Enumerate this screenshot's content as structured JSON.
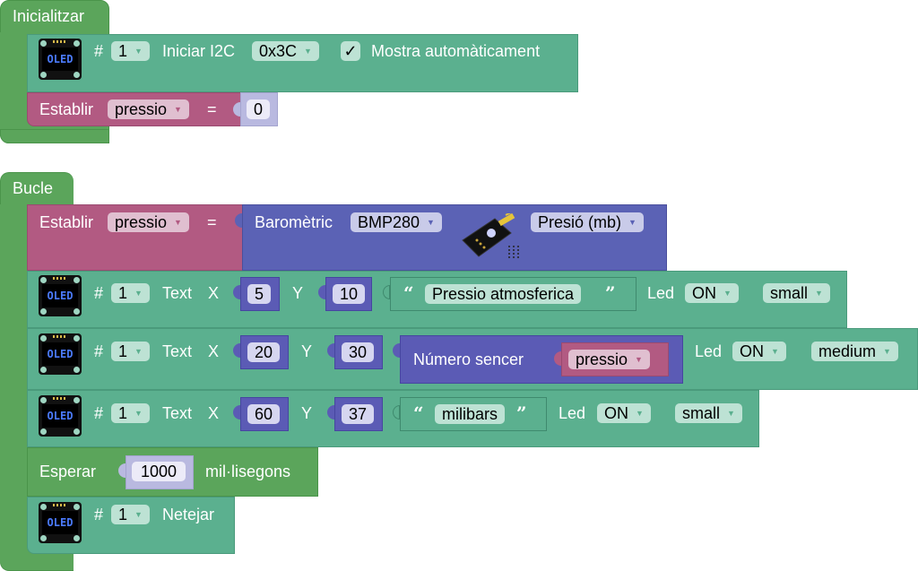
{
  "init": {
    "title": "Inicialitzar",
    "oled_init": {
      "hash": "#",
      "display_id": "1",
      "label": "Iniciar I2C",
      "address": "0x3C",
      "checkbox_checked": "✓",
      "checkbox_label": "Mostra automàticament"
    },
    "set_var": {
      "label": "Establir",
      "variable": "pressio",
      "equals": "=",
      "value": "0"
    }
  },
  "loop": {
    "title": "Bucle",
    "set_var": {
      "label": "Establir",
      "variable": "pressio",
      "equals": "=",
      "sensor_label": "Baromètric",
      "sensor_model": "BMP280",
      "sensor_measure": "Presió (mb)"
    },
    "text1": {
      "hash": "#",
      "display_id": "1",
      "label": "Text",
      "x_label": "X",
      "x": "5",
      "y_label": "Y",
      "y": "10",
      "open_quote": "“",
      "text": "Pressio atmosferica",
      "close_quote": "”",
      "led_label": "Led",
      "led": "ON",
      "size": "small"
    },
    "text2": {
      "hash": "#",
      "display_id": "1",
      "label": "Text",
      "x_label": "X",
      "x": "20",
      "y_label": "Y",
      "y": "30",
      "int_label": "Número sencer",
      "variable": "pressio",
      "led_label": "Led",
      "led": "ON",
      "size": "medium"
    },
    "text3": {
      "hash": "#",
      "display_id": "1",
      "label": "Text",
      "x_label": "X",
      "x": "60",
      "y_label": "Y",
      "y": "37",
      "open_quote": "“",
      "text": "milibars",
      "close_quote": "”",
      "led_label": "Led",
      "led": "ON",
      "size": "small"
    },
    "wait": {
      "label": "Esperar",
      "value": "1000",
      "unit": "mil·lisegons"
    },
    "clear": {
      "hash": "#",
      "display_id": "1",
      "label": "Netejar"
    }
  },
  "icons": {
    "dropdown_arrow": "▼",
    "oled_text": "OLED"
  }
}
